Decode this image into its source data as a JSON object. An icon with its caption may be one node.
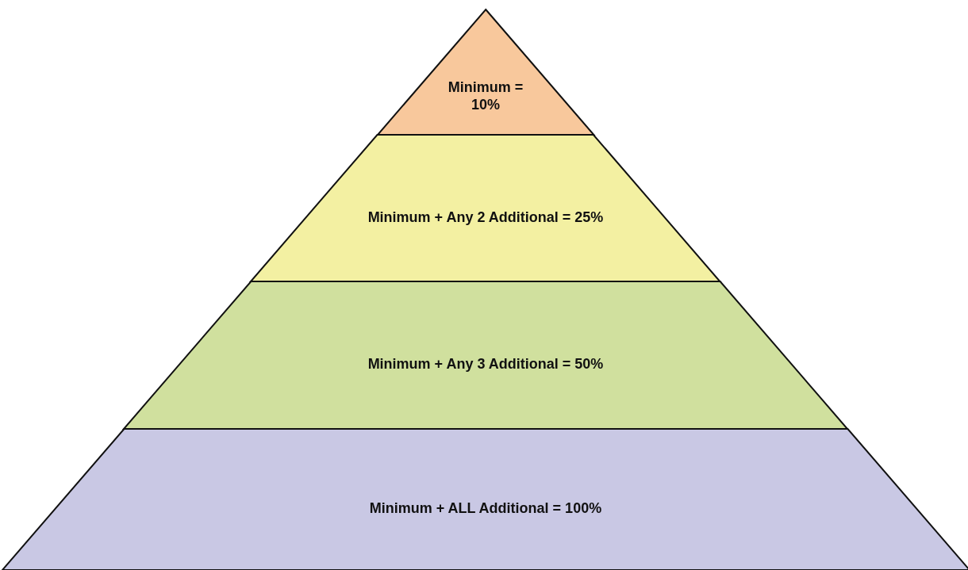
{
  "diagram": {
    "nodes": [
      {
        "text": [
          "Minimum = 10%"
        ]
      },
      {
        "text": [
          "Minimum + Any 2 Additional = 25%"
        ]
      },
      {
        "text": [
          "Minimum + Any 3 Additional = 50%"
        ]
      },
      {
        "text": [
          "Minimum + ALL Additional = 100%"
        ]
      }
    ]
  }
}
